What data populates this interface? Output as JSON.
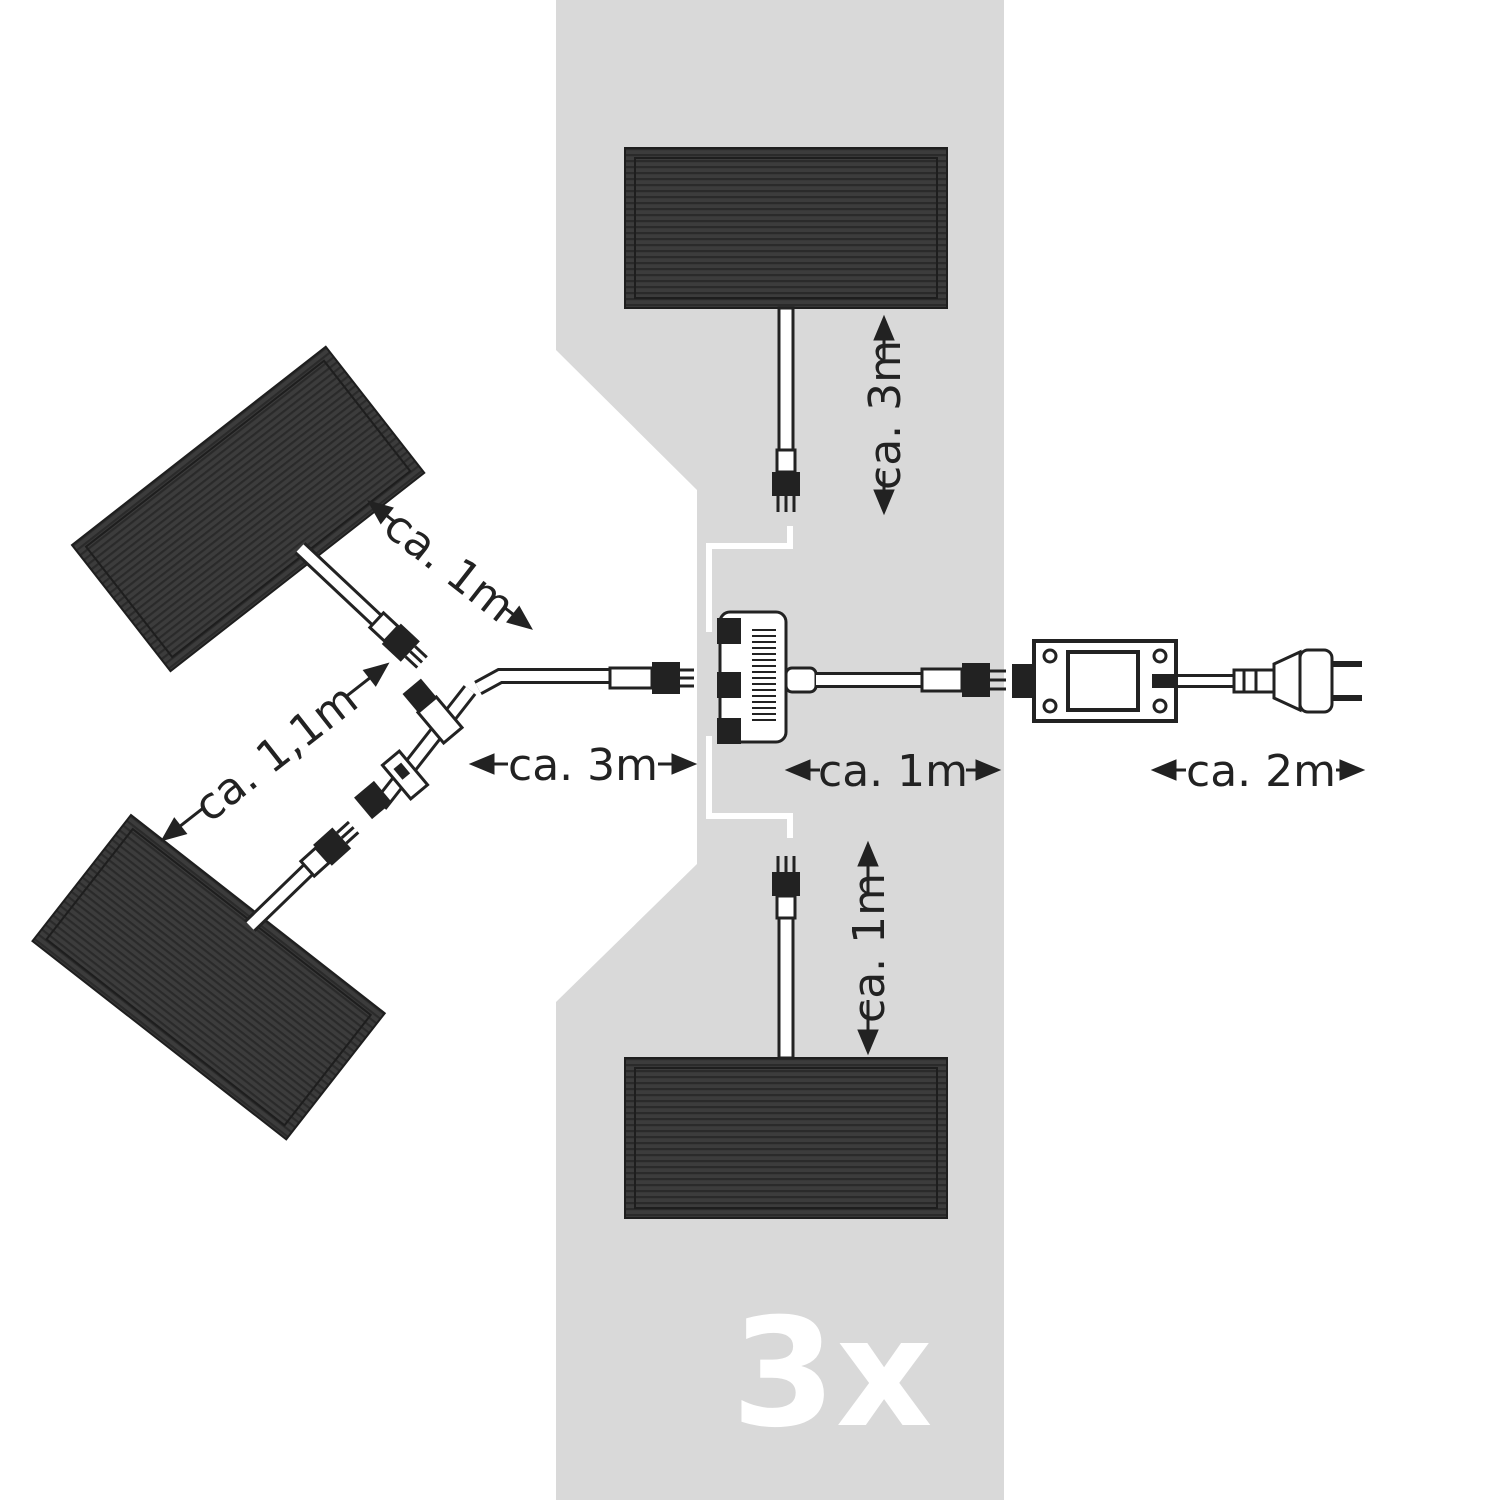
{
  "diagram": {
    "count_label": "3x",
    "dimensions": {
      "top_lamp": "ca. 3m",
      "bottom_lamp": "ca. 1m",
      "upper_left_lamp": "ca. 1m",
      "lower_left_lamp": "ca. 1,1m",
      "left_cable": "ca. 3m",
      "splitter_to_transformer": "ca. 1m",
      "power_cord": "ca. 2m"
    },
    "colors": {
      "background": "#ffffff",
      "floor_strip": "#d9d9d9",
      "lamp_body": "#3a3a3a",
      "line": "#222222",
      "count_text": "#ffffff"
    },
    "icons": [
      "lamp-panel-icon",
      "splitter-icon",
      "connector-icon",
      "t-connector-icon",
      "transformer-icon",
      "plug-icon",
      "arrow-icon"
    ]
  }
}
